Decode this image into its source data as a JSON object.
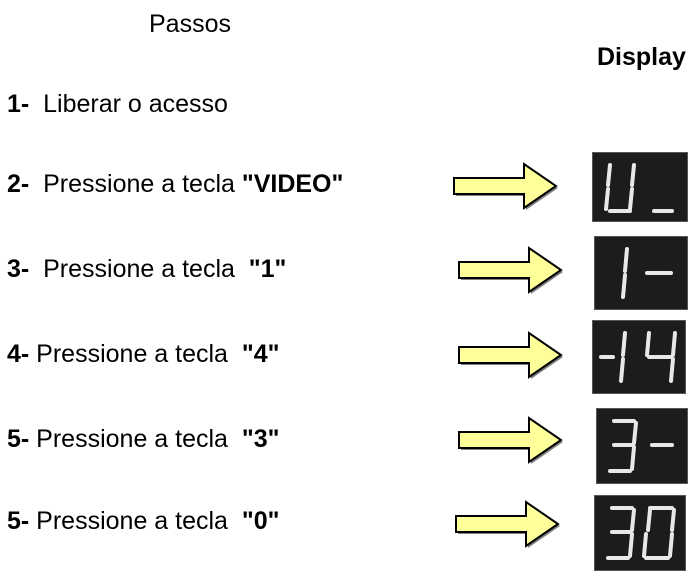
{
  "header": {
    "passos": "Passos",
    "display": "Display"
  },
  "steps": [
    {
      "num": "1-",
      "pre": "  Liberar o acesso",
      "key": ""
    },
    {
      "num": "2-",
      "pre": "  Pressione a tecla ",
      "key": "\"VIDEO\""
    },
    {
      "num": "3-",
      "pre": "  Pressione a tecla  ",
      "key": "\"1\""
    },
    {
      "num": "4-",
      "pre": " Pressione a tecla  ",
      "key": "\"4\""
    },
    {
      "num": "5-",
      "pre": " Pressione a tecla  ",
      "key": "\"3\""
    },
    {
      "num": "5-",
      "pre": " Pressione a tecla  ",
      "key": "\"0\""
    }
  ],
  "displays": [
    "U_",
    "1-",
    "-14",
    "3-",
    "30"
  ],
  "colors": {
    "arrow_fill": "#ffff99",
    "arrow_stroke": "#000000",
    "arrow_shadow": "#808080",
    "display_bg": "#1c1c1c",
    "segment": "#e8e8e8"
  }
}
